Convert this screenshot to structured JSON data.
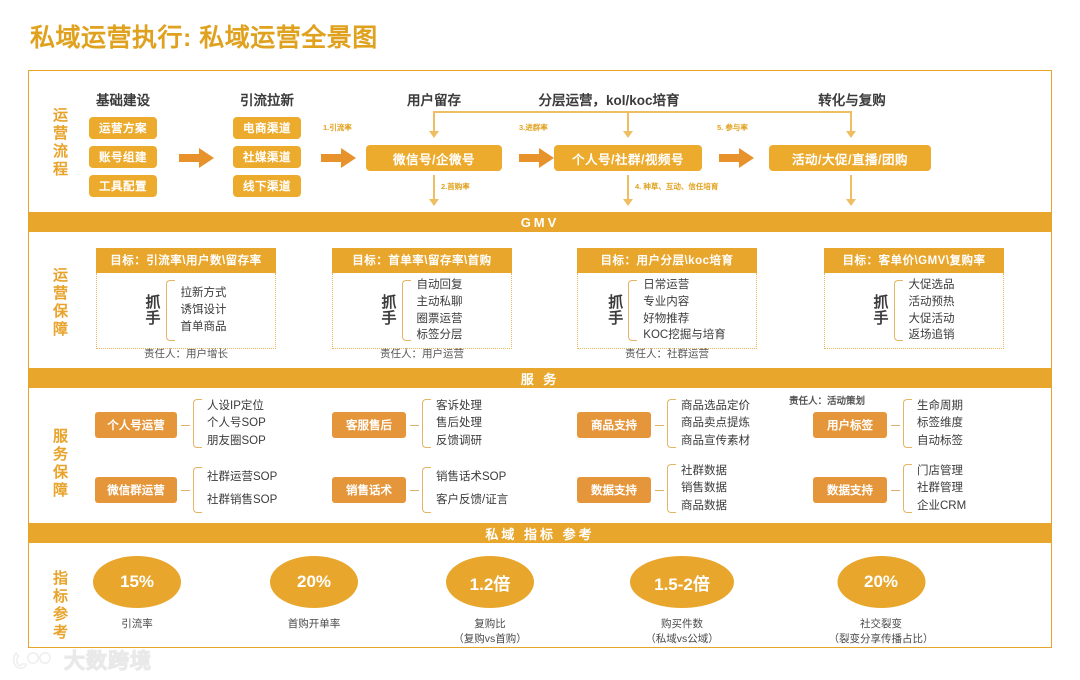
{
  "title": "私域运营执行: 私域运营全景图",
  "colors": {
    "brand": "#E8A62C",
    "pill": "#EDAB2E",
    "service_box": "#E5963A",
    "brace": "#E3B565"
  },
  "rails": [
    {
      "label": "运营流程"
    },
    {
      "label": "运营保障"
    },
    {
      "label": "服务保障"
    },
    {
      "label": "指标参考"
    }
  ],
  "bands": [
    {
      "label": "GMV"
    },
    {
      "label": "服  务"
    },
    {
      "label": "私域 指标 参考"
    }
  ],
  "flow": {
    "columns": [
      {
        "head": "基础建设",
        "items": [
          "运营方案",
          "账号组建",
          "工具配置"
        ]
      },
      {
        "head": "引流拉新",
        "items": [
          "电商渠道",
          "社媒渠道",
          "线下渠道"
        ]
      },
      {
        "head": "用户留存",
        "items": [
          "微信号/企微号"
        ]
      },
      {
        "head": "分层运营，kol/koc培育",
        "items": [
          "个人号/社群/视频号"
        ]
      },
      {
        "head": "转化与复购",
        "items": [
          "活动/大促/直播/团购"
        ]
      }
    ],
    "labels": [
      {
        "text": "1.引流率"
      },
      {
        "text": "2.首购率"
      },
      {
        "text": "3.进群率"
      },
      {
        "text": "4. 种草、互动、信任培育"
      },
      {
        "text": "5. 参与率"
      }
    ]
  },
  "guarantee": {
    "handle_label": "抓手",
    "cards": [
      {
        "goal": "目标：引流率\\用户数\\留存率",
        "items": [
          "拉新方式",
          "诱饵设计",
          "首单商品"
        ],
        "owner": "责任人：用户增长"
      },
      {
        "goal": "目标：首单率\\留存率\\首购",
        "items": [
          "自动回复",
          "主动私聊",
          "圈票运营",
          "标签分层"
        ],
        "owner": "责任人：用户运营"
      },
      {
        "goal": "目标：用户分层\\koc培育",
        "items": [
          "日常运营",
          "专业内容",
          "好物推荐",
          "KOC挖掘与培育"
        ],
        "owner": "责任人：社群运营"
      },
      {
        "goal": "目标：客单价\\GMV\\复购率",
        "items": [
          "大促选品",
          "活动预热",
          "大促活动",
          "返场追销"
        ],
        "owner": ""
      }
    ]
  },
  "service": {
    "owner_note": "责任人：活动策划",
    "groups": [
      {
        "box": "个人号运营",
        "items": [
          "人设IP定位",
          "个人号SOP",
          "朋友圈SOP"
        ]
      },
      {
        "box": "微信群运营",
        "items": [
          "社群运营SOP",
          "社群销售SOP"
        ]
      },
      {
        "box": "客服售后",
        "items": [
          "客诉处理",
          "售后处理",
          "反馈调研"
        ]
      },
      {
        "box": "销售话术",
        "items": [
          "销售话术SOP",
          "客户反馈/证言"
        ]
      },
      {
        "box": "商品支持",
        "items": [
          "商品选品定价",
          "商品卖点提炼",
          "商品宣传素材"
        ]
      },
      {
        "box": "数据支持",
        "items": [
          "社群数据",
          "销售数据",
          "商品数据"
        ]
      },
      {
        "box": "用户标签",
        "items": [
          "生命周期",
          "标签维度",
          "自动标签"
        ]
      },
      {
        "box": "数据支持",
        "items": [
          "门店管理",
          "社群管理",
          "企业CRM"
        ]
      }
    ]
  },
  "metrics": [
    {
      "value": "15%",
      "label": "引流率"
    },
    {
      "value": "20%",
      "label": "首购开单率"
    },
    {
      "value": "1.2倍",
      "label": "复购比\n（复购vs首购）"
    },
    {
      "value": "1.5-2倍",
      "label": "购买件数\n（私域vs公域）"
    },
    {
      "value": "20%",
      "label": "社交裂变\n（裂变分享传播占比）"
    }
  ],
  "watermark": {
    "text": "大数跨境"
  }
}
